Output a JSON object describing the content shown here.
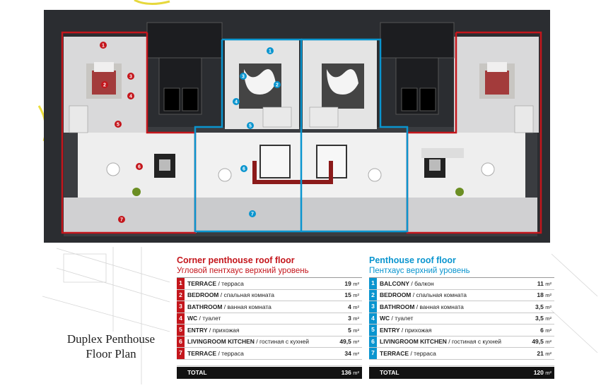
{
  "plan": {
    "red_markers": [
      "1",
      "2",
      "3",
      "4",
      "5",
      "6",
      "7"
    ],
    "blue_markers": [
      "1",
      "2",
      "3",
      "4",
      "5",
      "6",
      "7"
    ],
    "colors": {
      "corner": "#c4161c",
      "penthouse": "#0a95cf",
      "background": "#2b2d31"
    }
  },
  "caption": {
    "line1": "Duplex Penthouse",
    "line2": "Floor Plan"
  },
  "corner_table": {
    "title": "Corner penthouse roof floor",
    "subtitle": "Угловой пентхаус верхний уровень",
    "rows": [
      {
        "num": "1",
        "name": "TERRACE",
        "name_ru": " / терраса",
        "area": "19",
        "unit": "m²"
      },
      {
        "num": "2",
        "name": "BEDROOM",
        "name_ru": " / спальная комната",
        "area": "15",
        "unit": "m²"
      },
      {
        "num": "3",
        "name": "BATHROOM",
        "name_ru": " / ванная комната",
        "area": "4",
        "unit": "m²"
      },
      {
        "num": "4",
        "name": "WC",
        "name_ru": " / туалет",
        "area": "3",
        "unit": "m²"
      },
      {
        "num": "5",
        "name": "ENTRY",
        "name_ru": " / прихожая",
        "area": "5",
        "unit": "m²"
      },
      {
        "num": "6",
        "name": "LIVINGROOM KITCHEN",
        "name_ru": " / гостиная с кухней",
        "area": "49,5",
        "unit": "m²"
      },
      {
        "num": "7",
        "name": "TERRACE",
        "name_ru": " / терраса",
        "area": "34",
        "unit": "m²"
      }
    ],
    "total_label": "TOTAL",
    "total_value": "136",
    "total_unit": "m²"
  },
  "penthouse_table": {
    "title": "Penthouse roof floor",
    "subtitle": "Пентхаус верхний уровень",
    "rows": [
      {
        "num": "1",
        "name": "BALCONY",
        "name_ru": " / балкон",
        "area": "11",
        "unit": "m²"
      },
      {
        "num": "2",
        "name": "BEDROOM",
        "name_ru": " / спальная комната",
        "area": "18",
        "unit": "m²"
      },
      {
        "num": "3",
        "name": "BATHROOM",
        "name_ru": " / ванная комната",
        "area": "3,5",
        "unit": "m²"
      },
      {
        "num": "4",
        "name": "WC",
        "name_ru": " / туалет",
        "area": "3,5",
        "unit": "m²"
      },
      {
        "num": "5",
        "name": "ENTRY",
        "name_ru": " / прихожая",
        "area": "6",
        "unit": "m²"
      },
      {
        "num": "6",
        "name": "LIVINGROOM KITCHEN",
        "name_ru": " / гостиная с кухней",
        "area": "49,5",
        "unit": "m²"
      },
      {
        "num": "7",
        "name": "TERRACE",
        "name_ru": " / терраса",
        "area": "21",
        "unit": "m²"
      }
    ],
    "total_label": "TOTAL",
    "total_value": "120",
    "total_unit": "m²"
  }
}
